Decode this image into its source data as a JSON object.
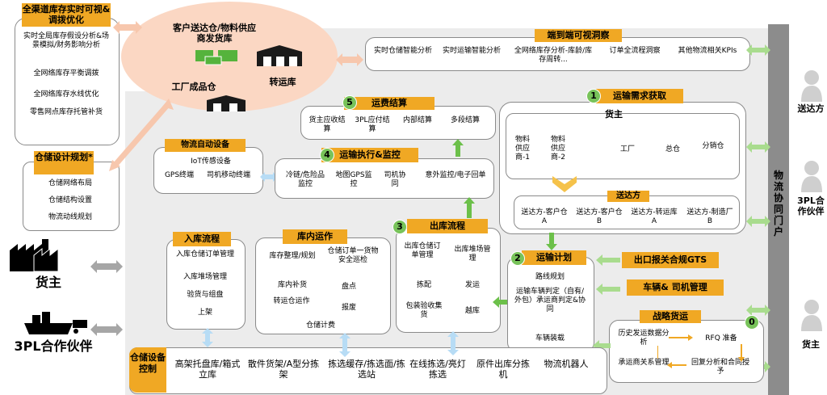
{
  "top_left": {
    "title": "全渠道库存实时可视&调拨优化",
    "items": [
      "实时全局库存假设分析&场景模拟/财务影响分析",
      "全网络库存平衡调拨",
      "全网络库存水线优化",
      "零售网点库存托管补货"
    ]
  },
  "warehouse_design": {
    "title": "仓储设计规划*",
    "items": [
      "仓储网络布局",
      "仓储结构设置",
      "物流动线规划"
    ]
  },
  "cargo_owner_label": "货主",
  "partner_3pl_label": "3PL合作伙伴",
  "ellipse": {
    "customer": "客户送达仓/物料供应商发货库",
    "factory": "工厂成品仓",
    "transfer": "转运库"
  },
  "e2e": {
    "title": "端到端可视洞察",
    "items": [
      "实时仓储智能分析",
      "实时运输智能分析",
      "全网络库存分析-库龄/库存周转...",
      "订单全流程洞察",
      "其他物流相关KPIs"
    ]
  },
  "portal": {
    "title": "物流协同门户",
    "roles": [
      "送达方",
      "3PL合作伙伴",
      "货主"
    ]
  },
  "freight": {
    "num": "5",
    "title": "运费结算",
    "items": [
      "货主应收结算",
      "3PL应付结算",
      "内部结算",
      "多段结算"
    ]
  },
  "automation": {
    "title": "物流自动设备",
    "items": [
      "IoT传感设备",
      "GPS终端",
      "司机移动终端"
    ]
  },
  "execution": {
    "num": "4",
    "title": "运输执行&监控",
    "items": [
      "冷链/危险品监控",
      "地图GPS监控",
      "司机协同",
      "意外监控/电子回单"
    ]
  },
  "demand": {
    "num": "1",
    "title": "运输需求获取",
    "shipper_label": "货主",
    "shipper_items": [
      "物料供应商-1",
      "物料供应商-2",
      "工厂",
      "总仓",
      "分销仓"
    ],
    "consignee_label": "送达方",
    "consignee_items": [
      "送达方-客户仓A",
      "送达方-客户仓B",
      "送达方-转运库A",
      "送达方-制造厂B"
    ]
  },
  "inbound": {
    "title": "入库流程",
    "items": [
      "入库仓储订单管理",
      "入库堆场管理",
      "验货与组盘",
      "上架"
    ]
  },
  "inwarehouse": {
    "title": "库内运作",
    "items": [
      "库存整理/规划",
      "仓储订单一货物安全巡检",
      "库内补货",
      "盘点",
      "转运仓运作",
      "报废",
      "仓储计费"
    ]
  },
  "outbound": {
    "num": "3",
    "title": "出库流程",
    "items": [
      "出库仓储订单管理",
      "出库堆场管理",
      "拣配",
      "发运",
      "包装验收集货",
      "越库"
    ]
  },
  "plan": {
    "num": "2",
    "title": "运输计划",
    "items": [
      "路线规划",
      "运输车辆判定（自有/外包）承运商判定&协同",
      "车辆装载"
    ]
  },
  "gts": "出口报关合规GTS",
  "fleet": "车辆& 司机管理",
  "strategic": {
    "num": "0",
    "title": "战略货运",
    "items": [
      "历史发运数据分析",
      "RFQ 准备",
      "承运商关系管理",
      "回复分析和合同授予"
    ]
  },
  "control": {
    "title": "仓储设备控制",
    "items": [
      "高架托盘库/箱式立库",
      "散件货架/A型分拣架",
      "拣选缓存/拣选面/拣选站",
      "在线拣选/亮灯拣选",
      "原件出库分拣机",
      "物流机器人"
    ]
  },
  "colors": {
    "orange": "#f0a824",
    "green": "#6cc04a",
    "peach": "#fbd7c3",
    "portal_gray": "#8c8c8c"
  }
}
